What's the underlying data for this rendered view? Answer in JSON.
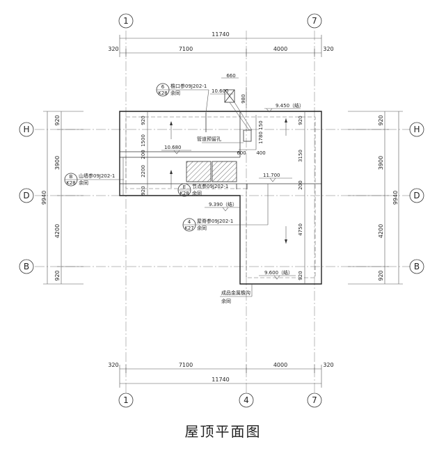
{
  "title": "屋顶平面图",
  "axes": {
    "col_1": "1",
    "col_4": "4",
    "col_7": "7",
    "row_H": "H",
    "row_D": "D",
    "row_B": "B"
  },
  "dims_top": {
    "overall": "11740",
    "left": "320",
    "span1": "7100",
    "span2": "4000",
    "right": "320"
  },
  "dims_bottom": {
    "overall": "11740",
    "left": "320",
    "span1": "7100",
    "span2": "4000",
    "right": "320"
  },
  "dims_left": {
    "overall": "9940",
    "s1": "920",
    "s2": "3900",
    "s3": "4200",
    "s4": "920"
  },
  "dims_right": {
    "overall": "9940",
    "s1": "920",
    "s2": "3900",
    "s3": "4200",
    "s4": "920"
  },
  "inner_dims": {
    "d660": "660",
    "d980": "980",
    "d150": "150",
    "d1780": "1780",
    "d600": "600",
    "d400": "400",
    "d920a": "920",
    "d1500": "1500",
    "d200a": "200",
    "d2200": "2200",
    "d920b": "920",
    "d920c": "920",
    "d3150": "3150",
    "d200b": "200",
    "d4750": "4750",
    "d920d": "920"
  },
  "elevations": {
    "e1": "10.600",
    "e2": "9.450（结）",
    "e3": "10.680",
    "e4": "11.700",
    "e5": "9.390（结）",
    "e6": "9.600（结）"
  },
  "details": {
    "d6_num": "6",
    "d6_sheet": "K28",
    "d6_text": "檐口参09J202-1",
    "d6_sub": "余同",
    "dB_num": "B",
    "dB_sheet": "K28",
    "dB_text": "山墙参09J202-1",
    "dB_sub": "余同",
    "dE_num": "E",
    "dE_sheet": "K28",
    "dE_text": "节点参09J202-1",
    "dE_sub": "余同",
    "d4_num": "4",
    "d4_sheet": "K27",
    "d4_text": "屋脊参09J202-1",
    "d4_sub": "余同"
  },
  "notes": {
    "chimney": "管道预留孔",
    "gutter": "成品金属檐沟",
    "gutter_sub": "余同"
  }
}
